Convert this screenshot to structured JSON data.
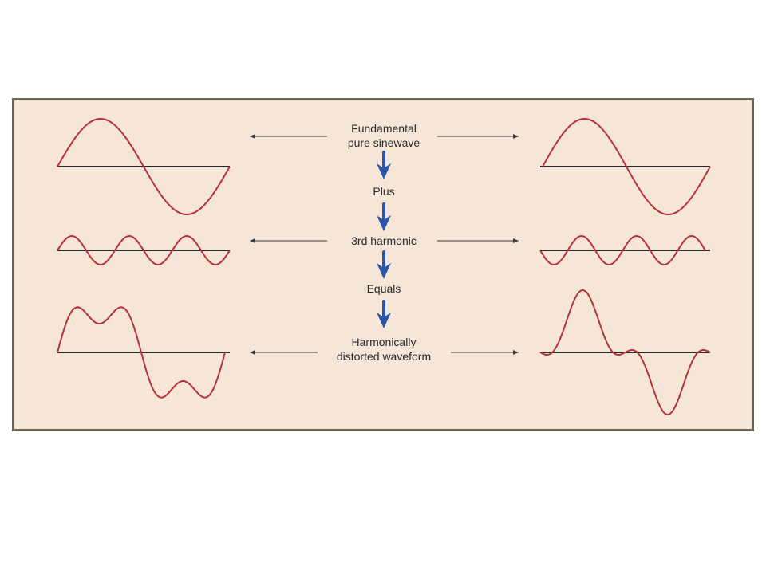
{
  "labels": {
    "fundamental_line1": "Fundamental",
    "fundamental_line2": "pure sinewave",
    "plus": "Plus",
    "third_harmonic": "3rd harmonic",
    "equals": "Equals",
    "distorted_line1": "Harmonically",
    "distorted_line2": "distorted waveform"
  },
  "colors": {
    "panel_background": "#f5e6d8",
    "panel_border": "#6e6458",
    "wave": "#b5323b",
    "axis": "#2b2b2b",
    "arrow_blue": "#2a55a8",
    "pointer": "#3a3a3a"
  },
  "waveforms": {
    "left": {
      "harmonic_phase": "in-phase",
      "result_shape": "flat-topped square-like"
    },
    "right": {
      "harmonic_phase": "inverted",
      "result_shape": "peaked"
    }
  }
}
